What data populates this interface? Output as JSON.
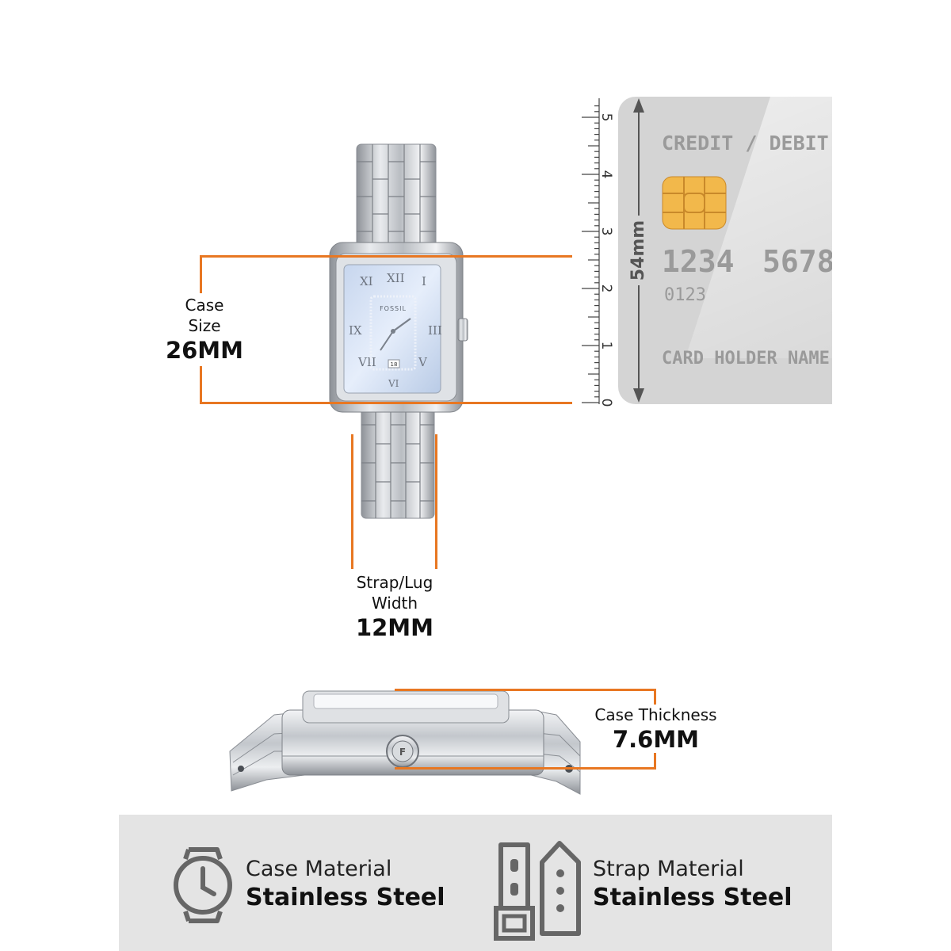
{
  "case_size": {
    "line1": "Case",
    "line2": "Size",
    "value": "26MM"
  },
  "strap_width": {
    "line1": "Strap/Lug",
    "line2": "Width",
    "value": "12MM"
  },
  "case_thickness": {
    "label": "Case Thickness",
    "value": "7.6MM"
  },
  "watch": {
    "brand": "FOSSIL",
    "date": "18"
  },
  "ruler": {
    "ticks": [
      "0",
      "1",
      "2",
      "3",
      "4",
      "5"
    ]
  },
  "card": {
    "title": "CREDIT / DEBIT CARD",
    "number_a": "1234",
    "number_b": "5678",
    "small_number": "0123",
    "holder": "CARD HOLDER NAME",
    "height_label": "54mm"
  },
  "materials": {
    "case": {
      "title": "Case Material",
      "value": "Stainless Steel"
    },
    "strap": {
      "title": "Strap Material",
      "value": "Stainless Steel"
    }
  },
  "colors": {
    "accent": "#e87722",
    "card": "#d4d4d4",
    "bar": "#e4e4e4"
  }
}
